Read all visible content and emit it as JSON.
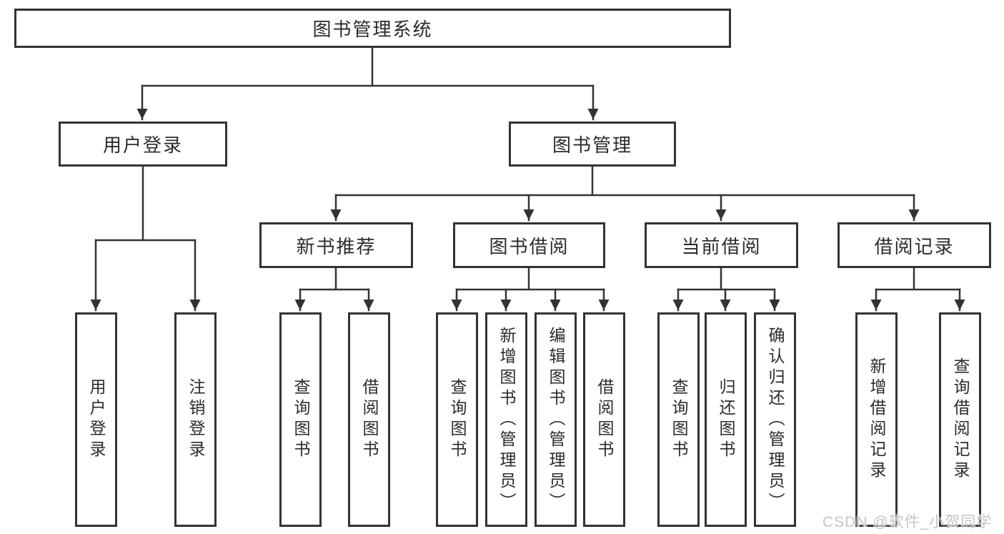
{
  "diagram": {
    "root": {
      "label": "图书管理系统"
    },
    "user_login": {
      "label": "用户登录",
      "children": [
        {
          "label": "用户登录"
        },
        {
          "label": "注销登录"
        }
      ]
    },
    "book_management": {
      "label": "图书管理",
      "sections": [
        {
          "label": "新书推荐",
          "children": [
            {
              "label": "查询图书"
            },
            {
              "label": "借阅图书"
            }
          ]
        },
        {
          "label": "图书借阅",
          "children": [
            {
              "label": "查询图书"
            },
            {
              "label": "新增图书（管理员）"
            },
            {
              "label": "编辑图书（管理员）"
            },
            {
              "label": "借阅图书"
            }
          ]
        },
        {
          "label": "当前借阅",
          "children": [
            {
              "label": "查询图书"
            },
            {
              "label": "归还图书"
            },
            {
              "label": "确认归还（管理员）"
            }
          ]
        },
        {
          "label": "借阅记录",
          "children": [
            {
              "label": "新增借阅记录"
            },
            {
              "label": "查询借阅记录"
            }
          ]
        }
      ]
    }
  },
  "watermark": {
    "text": "CSDN @软件_小贺同学"
  },
  "colors": {
    "line": "#333333",
    "text": "#2b2b2b",
    "background": "#ffffff",
    "watermark": "#c5c5c9"
  }
}
